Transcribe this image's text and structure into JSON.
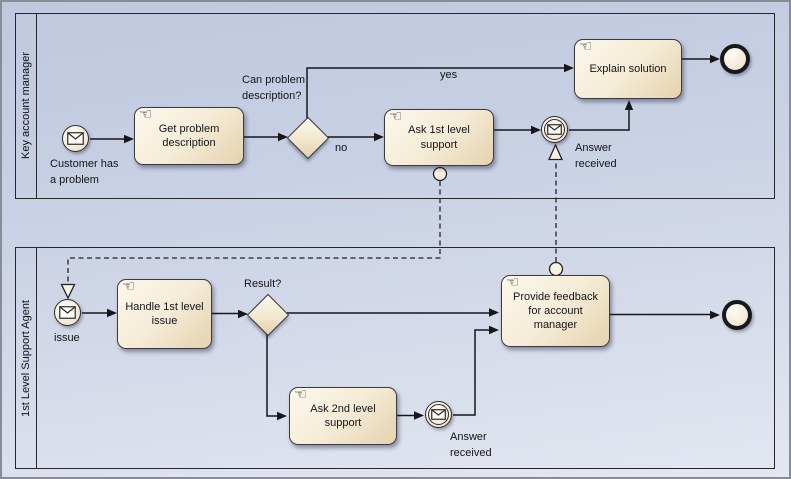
{
  "pools": [
    {
      "label": "Key account manager"
    },
    {
      "label": "1st Level Support Agent"
    }
  ],
  "pool1": {
    "start_event_label": "Customer has a problem",
    "task_get_problem_label": "Get problem description",
    "gateway_label": "Can problem description?",
    "branch_yes_label": "yes",
    "branch_no_label": "no",
    "task_ask_1st_label": "Ask 1st level support",
    "event_answer_label": "Answer received",
    "task_explain_label": "Explain solution"
  },
  "pool2": {
    "start_event_label": "issue",
    "task_handle_label": "Handle 1st level issue",
    "gateway_label": "Result?",
    "task_ask_2nd_label": "Ask 2nd level support",
    "event_answer_label": "Answer received",
    "task_feedback_label": "Provide feedback for account manager"
  },
  "icons": {
    "manual_task_glyph": "☜"
  },
  "colors": {
    "canvas_top": "#bfc8dd",
    "canvas_bottom": "#e3e7f1",
    "shape_fill_light": "#fdf8ec",
    "shape_fill_dark": "#e5d2ae",
    "shape_border": "#3a3a40",
    "flow_line": "#17171a"
  }
}
